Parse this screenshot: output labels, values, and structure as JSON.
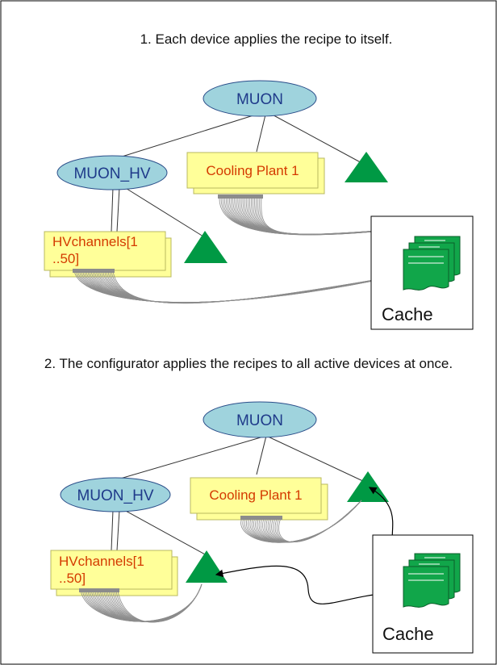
{
  "panels": [
    {
      "caption": "1. Each device applies the recipe to itself.",
      "root": "MUON",
      "hv_node": "MUON_HV",
      "cooling_label": "Cooling Plant 1",
      "channels_line1": "HVchannels[1",
      "channels_line2": "..50]",
      "cache_label": "Cache"
    },
    {
      "caption": "2. The configurator applies the recipes to all active devices at once.",
      "root": "MUON",
      "hv_node": "MUON_HV",
      "cooling_label": "Cooling Plant 1",
      "channels_line1": "HVchannels[1",
      "channels_line2": "..50]",
      "cache_label": "Cache"
    }
  ],
  "colors": {
    "ellipse_fill": "#9fd3dd",
    "ellipse_text": "#1f3a8a",
    "box_fill": "#ffff99",
    "box_text": "#d43a00",
    "triangle": "#009944",
    "document": "#11a64a",
    "fan_lines": "#8c8c8c"
  }
}
